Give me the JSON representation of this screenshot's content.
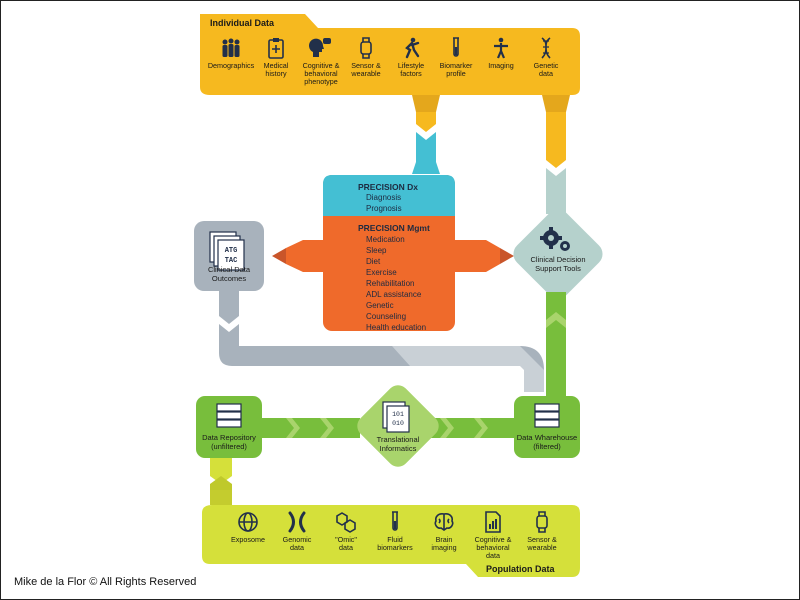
{
  "individual": {
    "title": "Individual Data",
    "items": [
      {
        "label": "Demographics",
        "icon": "people-group-icon"
      },
      {
        "label": "Medical\nhistory",
        "icon": "clipboard-icon"
      },
      {
        "label": "Cognitive &\nbehavioral\nphenotype",
        "icon": "head-speech-icon"
      },
      {
        "label": "Sensor &\nwearable",
        "icon": "smartwatch-icon"
      },
      {
        "label": "Lifestyle\nfactors",
        "icon": "exercise-person-icon"
      },
      {
        "label": "Biomarker\nprofile",
        "icon": "test-tube-icon"
      },
      {
        "label": "Imaging",
        "icon": "body-scan-icon"
      },
      {
        "label": "Genetic\ndata",
        "icon": "dna-icon"
      }
    ]
  },
  "precision": {
    "dx_title": "PRECISION Dx",
    "dx_items": [
      "Diagnosis",
      "Prognosis"
    ],
    "mgmt_title": "PRECISION Mgmt",
    "mgmt_items": [
      "Medication",
      "Sleep",
      "Diet",
      "Exercise",
      "Rehabilitation",
      "ADL assistance",
      "Genetic",
      "Counseling",
      "Health education"
    ]
  },
  "nodes": {
    "clinical_outcomes": "Clinical Data\nOutcomes",
    "decision_support": "Clinical Decision\nSupport Tools",
    "data_repository": "Data Repository\n(unfiltered)",
    "translational": "Translational\nInformatics",
    "warehouse": "Data Wharehouse\n(filtered)"
  },
  "atg_text": "ATG\nTAC",
  "binary_text": "101\n010",
  "population": {
    "title": "Population Data",
    "items": [
      {
        "label": "Exposome",
        "icon": "globe-icon"
      },
      {
        "label": "Genomic\ndata",
        "icon": "chromosome-icon"
      },
      {
        "label": "\"Omic\"\ndata",
        "icon": "molecule-icon"
      },
      {
        "label": "Fluid\nbiomarkers",
        "icon": "test-tube-icon"
      },
      {
        "label": "Brain\nimaging",
        "icon": "brain-icon"
      },
      {
        "label": "Cognitive &\nbehavioral\ndata",
        "icon": "document-chart-icon"
      },
      {
        "label": "Sensor &\nwearable",
        "icon": "smartwatch-icon"
      }
    ]
  },
  "credit": "Mike de la Flor © All Rights Reserved",
  "colors": {
    "yellow": "#F6B91F",
    "yellow_dark": "#D99A1A",
    "teal": "#44BFD3",
    "orange": "#EF6A2B",
    "orange_dark": "#C9552A",
    "gray": "#A8B2BC",
    "gray_light": "#C9D0D6",
    "sage": "#B5D1CC",
    "green": "#78BE3C",
    "green_light": "#A9D46C",
    "lime": "#D5E03A",
    "navy": "#22304A"
  }
}
